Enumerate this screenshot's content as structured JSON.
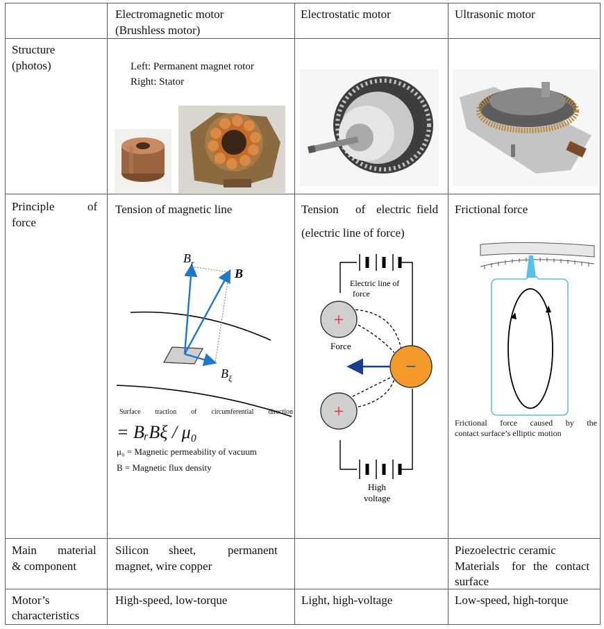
{
  "header": {
    "col1_line1": "Electromagnetic motor",
    "col1_line2": "(Brushless motor)",
    "col2": "Electrostatic motor",
    "col3": "Ultrasonic motor"
  },
  "rows": {
    "structure": {
      "line1": "Structure",
      "line2": "(photos)"
    },
    "principle": {
      "line1_a": "Principle",
      "line1_b": "of",
      "line2": "force"
    },
    "material": {
      "line1_a": "Main",
      "line1_b": "material",
      "line2": "& component"
    },
    "characteristics": {
      "line1": "Motor’s",
      "line2": "characteristics"
    }
  },
  "structure": {
    "em_caption_left": "Left: Permanent magnet rotor",
    "em_caption_right": "Right: Stator"
  },
  "principle": {
    "em_title": "Tension of magnetic line",
    "es_title_line1_a": "Tension",
    "es_title_line1_b": "of",
    "es_title_line1_c": "electric",
    "es_title_line1_d": "field",
    "es_title_line2": "(electric line of force)",
    "us_title": "Frictional force",
    "em_label_br": "B",
    "em_label_br_sub": "r",
    "em_label_b": "B",
    "em_label_bxi": "B",
    "em_label_bxi_sub": "ξ",
    "em_traction": "Surface traction of circumferential direction",
    "em_formula": "= BᵣBξ / μ₀",
    "em_mu0": "μ₀ = Magnetic permeability of vacuum",
    "em_bdef": "B = Magnetic flux density",
    "es_label_line1": "Electric line of",
    "es_label_line2": "force",
    "es_force": "Force",
    "es_high": "High",
    "es_voltage": "voltage",
    "es_plus": "+",
    "es_minus": "−",
    "us_caption_line1": "Frictional force caused by the",
    "us_caption_line2": "contact surface’s elliptic motion"
  },
  "material": {
    "em_line1_a": "Silicon",
    "em_line1_b": "sheet,",
    "em_line1_c": "permanent",
    "em_line2": "magnet, wire copper",
    "es": "",
    "us_line1": "Piezoelectric ceramic",
    "us_line2_a": "Materials",
    "us_line2_b": "for",
    "us_line2_c": "the",
    "us_line2_d": "contact",
    "us_line3": "surface"
  },
  "characteristics": {
    "em": "High-speed, low-torque",
    "es": "Light, high-voltage",
    "us": "Low-speed, high-torque"
  },
  "colors": {
    "arrow_blue": "#1f77c8",
    "minus_orange": "#f39a2b",
    "plus_red": "#e03030",
    "circle_grey": "#cfcfcf",
    "ellipse_frame": "#5bc0e8"
  }
}
